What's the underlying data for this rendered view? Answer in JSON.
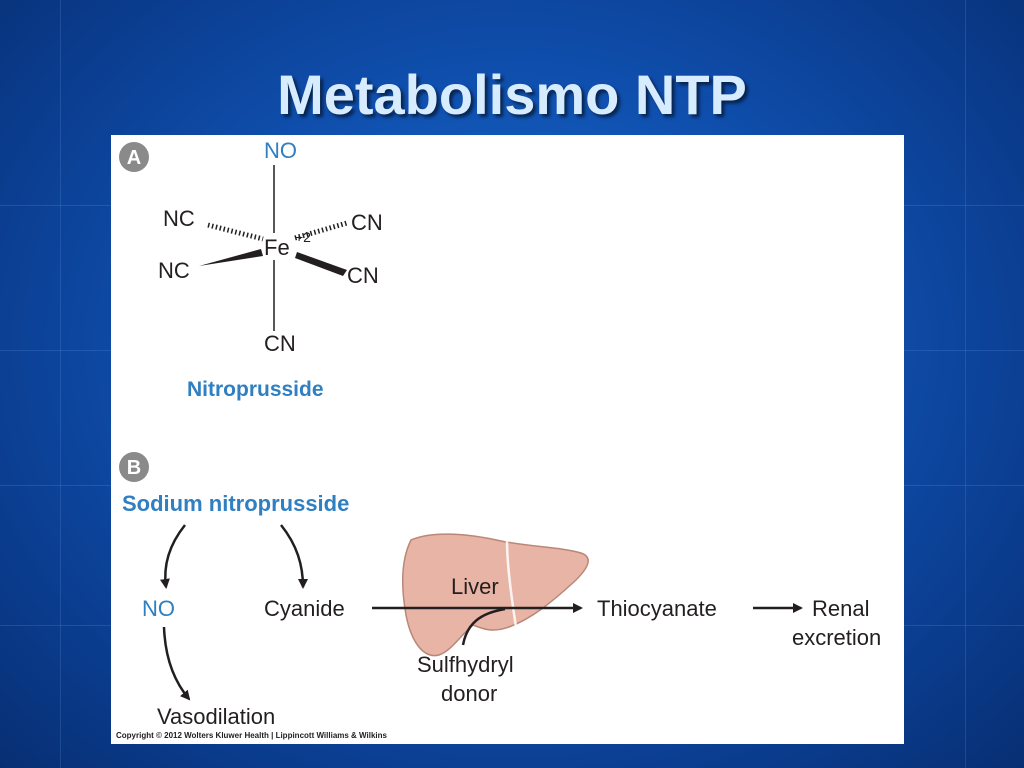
{
  "slide": {
    "title": "Metabolismo NTP"
  },
  "panel_a": {
    "badge": "A",
    "ligand_top": "NO",
    "ligand_upper_left": "NC",
    "ligand_upper_right": "CN",
    "ligand_lower_left": "NC",
    "ligand_lower_right": "CN",
    "ligand_bottom": "CN",
    "center_atom": "Fe",
    "center_charge": "+2",
    "caption": "Nitroprusside"
  },
  "panel_b": {
    "badge": "B",
    "heading": "Sodium nitroprusside",
    "node_no": "NO",
    "node_cyanide": "Cyanide",
    "node_vasodilation": "Vasodilation",
    "organ_label": "Liver",
    "donor_line1": "Sulfhydryl",
    "donor_line2": "donor",
    "node_thiocyanate": "Thiocyanate",
    "renal_line1": "Renal",
    "renal_line2": "excretion"
  },
  "colors": {
    "accent_blue": "#2f7fc1",
    "text_dark": "#231f20",
    "liver_fill": "#e8b4a6",
    "badge_fill": "#8a8a8a"
  },
  "footer": {
    "copyright": "Copyright © 2012 Wolters Kluwer Health | Lippincott Williams & Wilkins"
  }
}
